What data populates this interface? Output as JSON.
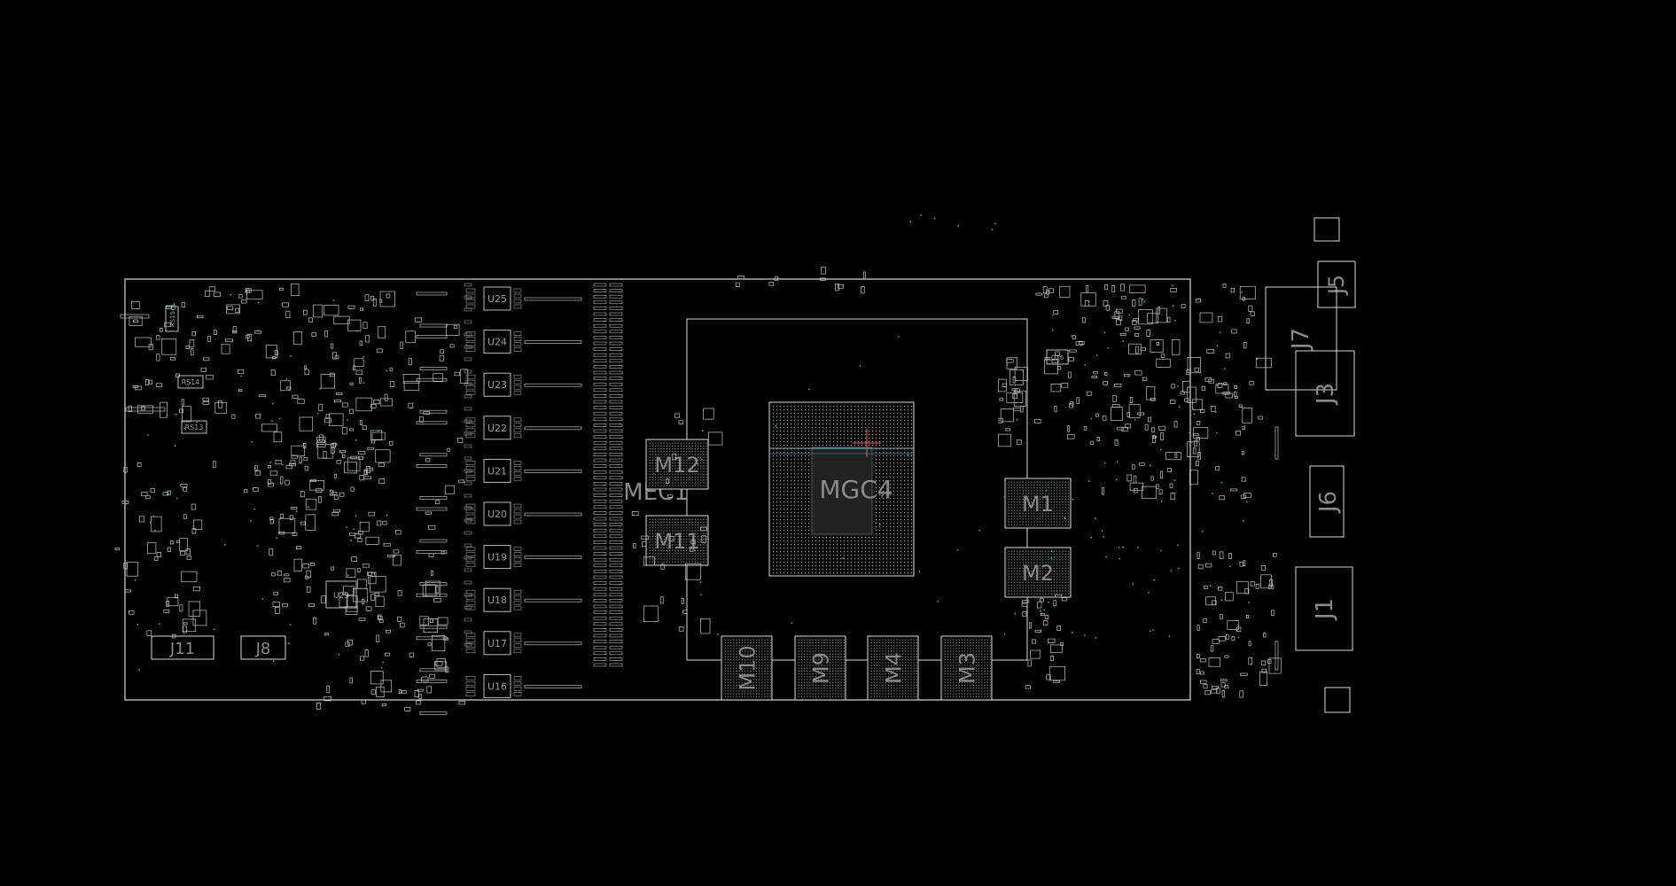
{
  "colors": {
    "background": "#000000",
    "outline": "#d8d8d8",
    "pad": "#bdbdbd",
    "label": "#8a8a8a",
    "via": "#2fbf9f",
    "trace": "#4fc3d9",
    "marker": "#ff4d4d"
  },
  "labels": {
    "mgc4": "MGC4",
    "mec1": "MEC1",
    "m1": "M1",
    "m2": "M2",
    "m3": "M3",
    "m4": "M4",
    "m9": "M9",
    "m10": "M10",
    "m11": "M11",
    "m12": "M12",
    "j1": "J1",
    "j3": "J3",
    "j5": "J5",
    "j6": "J6",
    "j7": "J7",
    "j8": "J8",
    "j11": "J11",
    "u16": "U16",
    "u17": "U17",
    "u18": "U18",
    "u19": "U19",
    "u20": "U20",
    "u21": "U21",
    "u22": "U22",
    "u23": "U23",
    "u24": "U24",
    "u25": "U25",
    "u29": "U29",
    "rs13": "RS13",
    "rs14": "RS14",
    "rs15": "RS15",
    "q16": "Q16"
  }
}
